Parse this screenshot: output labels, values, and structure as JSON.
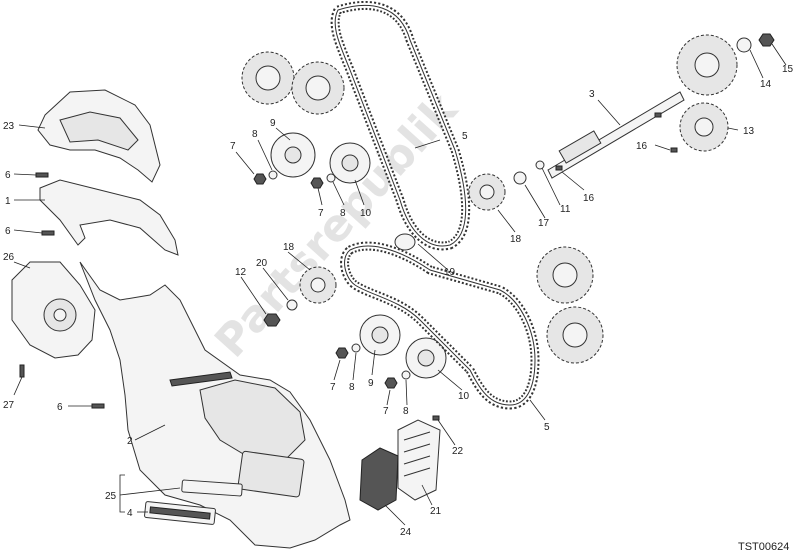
{
  "diagram": {
    "code": "TST00624",
    "watermark": "Partsrepublik",
    "labels": {
      "l1": "1",
      "l2": "2",
      "l3": "3",
      "l4": "4",
      "l5a": "5",
      "l5b": "5",
      "l6a": "6",
      "l6b": "6",
      "l6c": "6",
      "l7a": "7",
      "l7b": "7",
      "l7c": "7",
      "l7d": "7",
      "l8a": "8",
      "l8b": "8",
      "l8c": "8",
      "l8d": "8",
      "l9a": "9",
      "l9b": "9",
      "l10a": "10",
      "l10b": "10",
      "l11": "11",
      "l12": "12",
      "l13": "13",
      "l14": "14",
      "l15": "15",
      "l16a": "16",
      "l16b": "16",
      "l17": "17",
      "l18a": "18",
      "l18b": "18",
      "l19": "19",
      "l20": "20",
      "l21": "21",
      "l22": "22",
      "l23": "23",
      "l24": "24",
      "l25": "25",
      "l26": "26",
      "l27": "27"
    }
  }
}
